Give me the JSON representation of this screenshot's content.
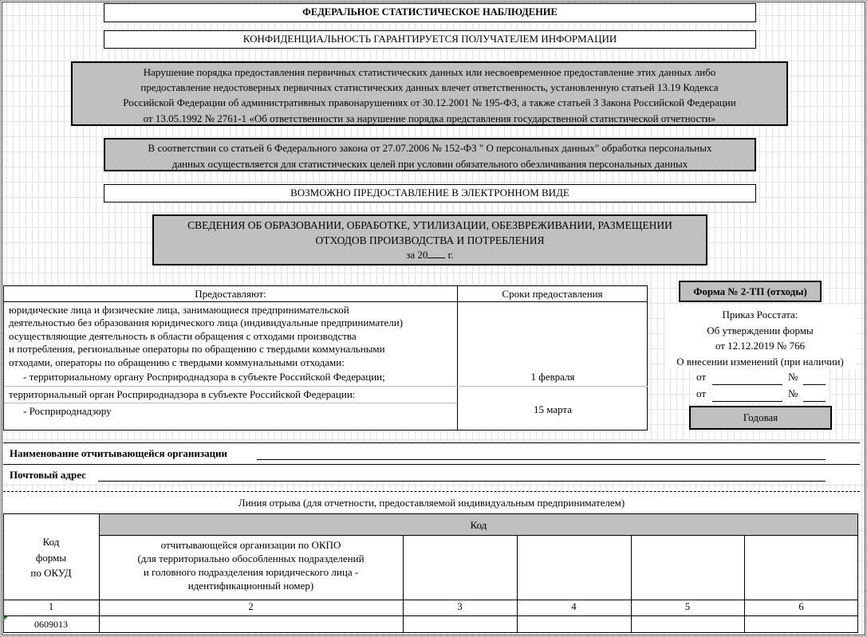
{
  "header": {
    "federal": "ФЕДЕРАЛЬНОЕ СТАТИСТИЧЕСКОЕ НАБЛЮДЕНИЕ",
    "confidential": "КОНФИДЕНЦИАЛЬНОСТЬ ГАРАНТИРУЕТСЯ ПОЛУЧАТЕЛЕМ ИНФОРМАЦИИ",
    "violation_lines": [
      "Нарушение порядка предоставления первичных статистических данных или несвоевременное предоставление этих данных либо",
      "предоставление недостоверных первичных статистических данных влечет ответственность, установленную статьей 13.19 Кодекса",
      "Российской Федерации об административных правонарушениях от 30.12.2001 № 195-ФЗ, а также статьей 3 Закона Российской Федерации",
      "от 13.05.1992 № 2761-1 «Об ответственности за нарушение порядка представления государственной статистической отчетности»"
    ],
    "personal_lines": [
      "В соответствии со статьей 6 Федерального закона от 27.07.2006 № 152-ФЗ \" О персональных данных\" обработка персональных",
      "данных осуществляется для статистических целей при условии обязательного обезличивания персональных данных"
    ],
    "electronic": "ВОЗМОЖНО ПРЕДОСТАВЛЕНИЕ В ЭЛЕКТРОННОМ ВИДЕ"
  },
  "title": {
    "line1": "СВЕДЕНИЯ ОБ ОБРАЗОВАНИИ, ОБРАБОТКЕ, УТИЛИЗАЦИИ, ОБЕЗВРЕЖИВАНИИ, РАЗМЕЩЕНИИ",
    "line2": "ОТХОДОВ ПРОИЗВОДСТВА И ПОТРЕБЛЕНИЯ",
    "year_prefix": "за 20",
    "year_suffix": "г."
  },
  "submit_table": {
    "col_who": "Предоставляют:",
    "col_when": "Сроки предоставления",
    "who_lines": [
      "юридические лица и физические лица, занимающиеся предпринимательской",
      "деятельностью без образования юридического лица (индивидуальные предприниматели)",
      "осуществляющие деятельность в области обращения с отходами производства",
      "и потребления, региональные операторы по обращению с твердыми коммунальными",
      "отходами, операторы по обращению с твердыми коммунальными отходами:"
    ],
    "row1_who": "- территориальному органу Росприроднадзора в субъекте Российской Федерации;",
    "row1_when": "1 февраля",
    "row2_who": "территориальный орган Росприроднадзора в субъекте Российской Федерации:",
    "row3_who": "- Росприроднадзору",
    "row3_when": "15 марта"
  },
  "form_info": {
    "form_no": "Форма № 2-ТП (отходы)",
    "order_line1": "Приказ Росстата:",
    "order_line2": "Об утверждении формы",
    "order_line3": "от 12.12.2019 № 766",
    "changes": "О внесении изменений (при наличии)",
    "from_label": "от",
    "no_label": "№",
    "period": "Годовая"
  },
  "org": {
    "name_label": "Наименование отчитывающейся организации",
    "address_label": "Почтовый адрес"
  },
  "tear_line": "Линия отрыва (для отчетности, предоставляемой индивидуальным предпринимателем)",
  "code_table": {
    "okud_label_lines": [
      "Код",
      "формы",
      "по ОКУД"
    ],
    "code_header": "Код",
    "okpo_lines": [
      "отчитывающейся организации по ОКПО",
      "(для территориально обособленных подразделений",
      "и головного подразделения юридического лица -",
      "идентификационный номер)"
    ],
    "col_numbers": [
      "1",
      "2",
      "3",
      "4",
      "5",
      "6"
    ],
    "okud_value": "0609013"
  }
}
